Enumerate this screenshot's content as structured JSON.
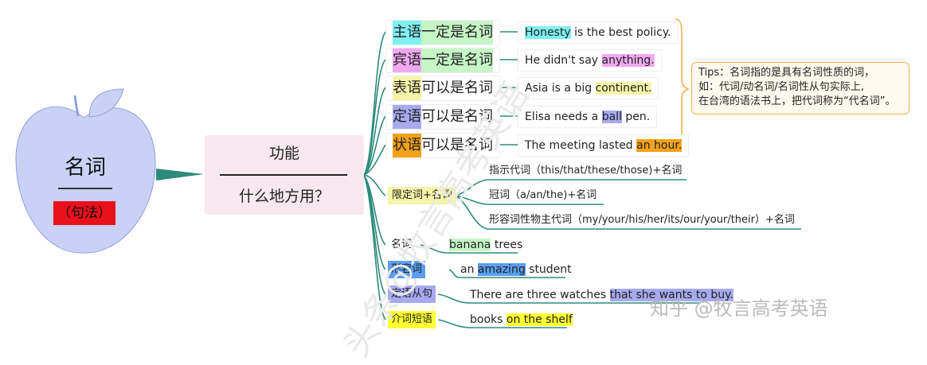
{
  "apple": {
    "title": "名词",
    "badge": "（句法）"
  },
  "center": {
    "top": "功能",
    "bottom": "什么地方用？"
  },
  "colors": {
    "apple": "#c9d2f5",
    "leaf": "#c9d2f5",
    "arrow": "#2e8b7a",
    "center_bg": "#f6e8ee",
    "cyan": "#7ff0f0",
    "green_light": "#c6f5c6",
    "pink": "#f0a8f0",
    "yellow_light": "#f4f5a8",
    "periwinkle": "#a9a9f0",
    "orange": "#f3a21a",
    "red": "#e8101a",
    "yellow": "#ffff33",
    "blue": "#5a9ff0",
    "tips_border": "#f0b050",
    "line": "#2e8b7a"
  },
  "roles": [
    {
      "hl": "主语",
      "rest": "一定是名词",
      "ex_before": "",
      "ex_hl": "Honesty",
      "ex_after": " is the best policy."
    },
    {
      "hl": "宾语",
      "rest": "一定是名词",
      "ex_before": "He didn't say ",
      "ex_hl": "anything.",
      "ex_after": ""
    },
    {
      "hl": "表语",
      "rest": "可以是名词",
      "ex_before": "Asia is a big ",
      "ex_hl": "continent.",
      "ex_after": ""
    },
    {
      "hl": "定语",
      "rest": "可以是名词",
      "ex_before": "Elisa needs a ",
      "ex_hl": "ball",
      "ex_after": " pen."
    },
    {
      "hl": "状语",
      "rest": "可以是名词",
      "ex_before": "The meeting lasted ",
      "ex_hl": "an hour.",
      "ex_after": ""
    }
  ],
  "tips": {
    "line1": "Tips：名词指的是具有名词性质的词，",
    "line2": "如：代词/动名词/名词性从句实际上,",
    "line3": "在台湾的语法书上，把代词称为“代名词”。"
  },
  "determiner": {
    "label": "限定词+名词",
    "items": [
      "指示代词（this/that/these/those)+名词",
      "冠词（a/an/the)+名词",
      "形容词性物主代词（my/your/his/her/its/our/your/their）+名词"
    ]
  },
  "modifiers": [
    {
      "label": "名词",
      "ex_before": "",
      "ex_hl": "banana",
      "ex_after": " trees"
    },
    {
      "label": "形容词",
      "ex_before": "an ",
      "ex_hl": "amazing",
      "ex_after": " student"
    },
    {
      "label": "定语从句",
      "ex_before": "There are three watches ",
      "ex_hl": "that she wants to buy.",
      "ex_after": ""
    },
    {
      "label": "介词短语",
      "ex_before": "books ",
      "ex_hl": "on the shelf",
      "ex_after": ""
    }
  ],
  "watermark": {
    "text": "知乎 @牧言高考英语",
    "diagonal": "头条@牧言高考英语"
  }
}
